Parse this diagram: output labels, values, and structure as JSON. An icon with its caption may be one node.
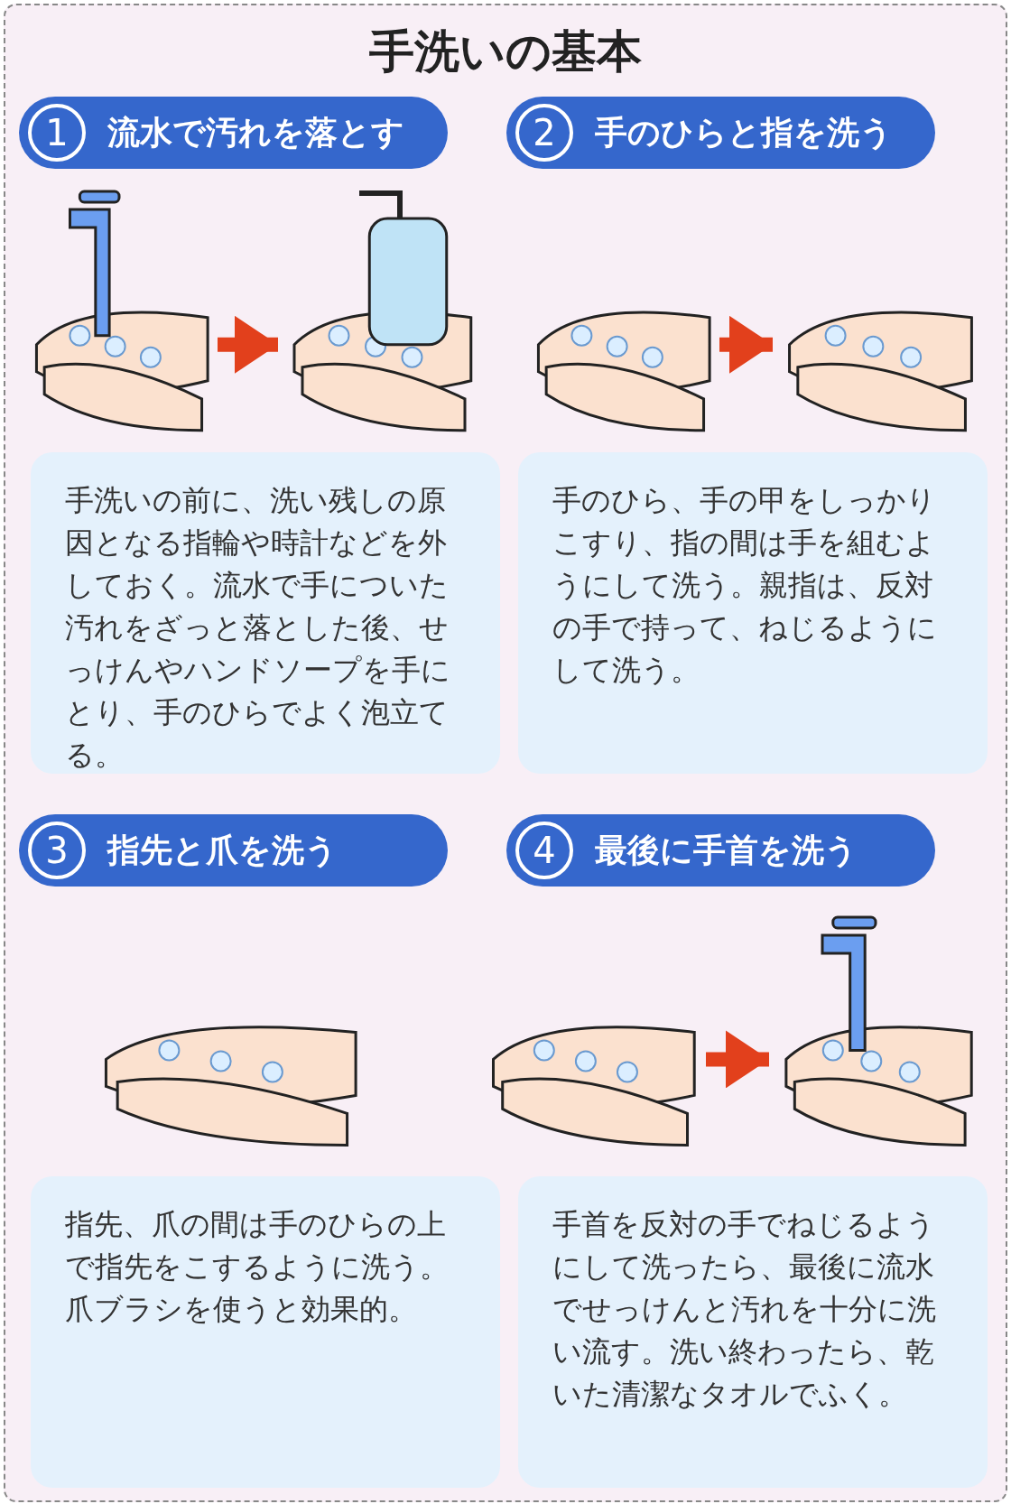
{
  "diagram": {
    "title": "手洗いの基本",
    "nodes": [
      {
        "text": [
          "1",
          "流水で汚れを落とす"
        ]
      },
      {
        "text": [
          "2",
          "手のひらと指を洗う"
        ]
      },
      {
        "text": [],
        "shape": "picture"
      },
      {
        "text": [],
        "shape": "picture"
      },
      {
        "text": [],
        "shape": "picture"
      },
      {
        "text": [],
        "shape": "picture"
      },
      {
        "text": [
          "手洗いの前に、洗い残しの原因となる指輪や時計などを外しておく。流水で手についた汚れをざっと落とした後、せっけんやハンドソープを手にとり、手のひらでよく泡立てる。"
        ]
      },
      {
        "text": [
          "手のひら、手の甲をしっかりこすり、指の間は手を組むようにして洗う。親指は、反対の手で持って、ねじるようにして洗う。"
        ]
      },
      {
        "text": [
          "3",
          "指先と爪を洗う"
        ]
      },
      {
        "text": [
          "4",
          "最後に手首を洗う"
        ]
      },
      {
        "text": [],
        "shape": "picture"
      },
      {
        "text": [],
        "shape": "picture"
      },
      {
        "text": [],
        "shape": "picture"
      },
      {
        "text": [
          "指先、爪の間は手のひらの上で指先をこするように洗う。爪ブラシを使うと効果的。"
        ]
      },
      {
        "text": [
          "手首を反対の手でねじるようにして洗ったら、最後に流水でせっけんと汚れを十分に洗い流す。洗い終わったら、乾いた清潔なタオルでふく。"
        ]
      }
    ],
    "edges": [
      {
        "from": 2,
        "to": 3,
        "arrow": "to"
      },
      {
        "from": 4,
        "to": 5,
        "arrow": "to"
      },
      {
        "from": 11,
        "to": 12,
        "arrow": "to"
      }
    ]
  }
}
